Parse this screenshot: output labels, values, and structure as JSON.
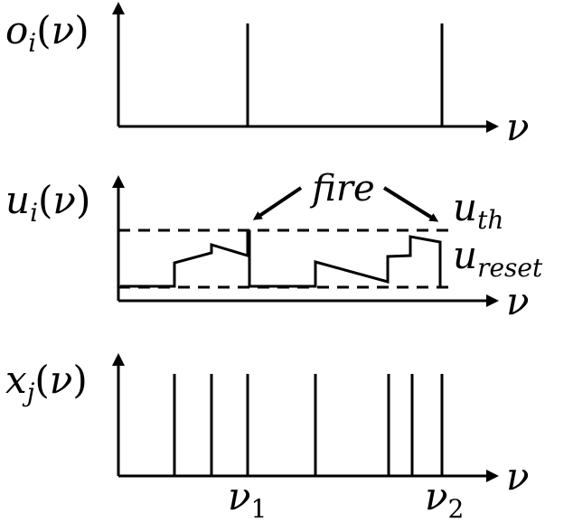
{
  "panels": {
    "output": {
      "var": "o",
      "sub": "i",
      "arg": "ν",
      "spikes": [
        1,
        2
      ]
    },
    "membrane": {
      "var": "u",
      "sub": "i",
      "arg": "ν",
      "threshold_label": "u",
      "threshold_sub": "th",
      "reset_label": "u",
      "reset_sub": "reset",
      "annotation": "fire"
    },
    "input": {
      "var": "x",
      "sub": "j",
      "arg": "ν"
    }
  },
  "axis_label": "ν",
  "ticks": [
    {
      "sym": "ν",
      "sub": "1"
    },
    {
      "sym": "ν",
      "sub": "2"
    }
  ]
}
